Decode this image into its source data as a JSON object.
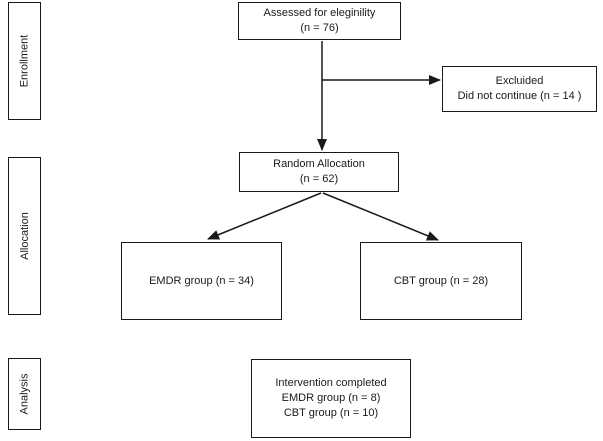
{
  "diagram": {
    "stages": {
      "enrollment": "Enrollment",
      "allocation": "Allocation",
      "analysis": "Analysis"
    },
    "boxes": {
      "assessed": {
        "lines": [
          "Assessed for eleginility",
          "(n = 76)"
        ]
      },
      "excluded": {
        "lines": [
          "Excluided",
          "Did not continue (n = 14 )"
        ]
      },
      "random_allocation": {
        "lines": [
          "Random Allocation",
          "(n = 62)"
        ]
      },
      "emdr_group": {
        "lines": [
          "EMDR group (n = 34)"
        ]
      },
      "cbt_group": {
        "lines": [
          "CBT group (n = 28)"
        ]
      },
      "intervention": {
        "lines": [
          "Intervention completed",
          "EMDR group (n = 8)",
          "CBT group (n = 10)"
        ]
      }
    },
    "colors": {
      "line": "#1a1a1a",
      "background": "#ffffff",
      "text": "#1a1a1a"
    }
  }
}
